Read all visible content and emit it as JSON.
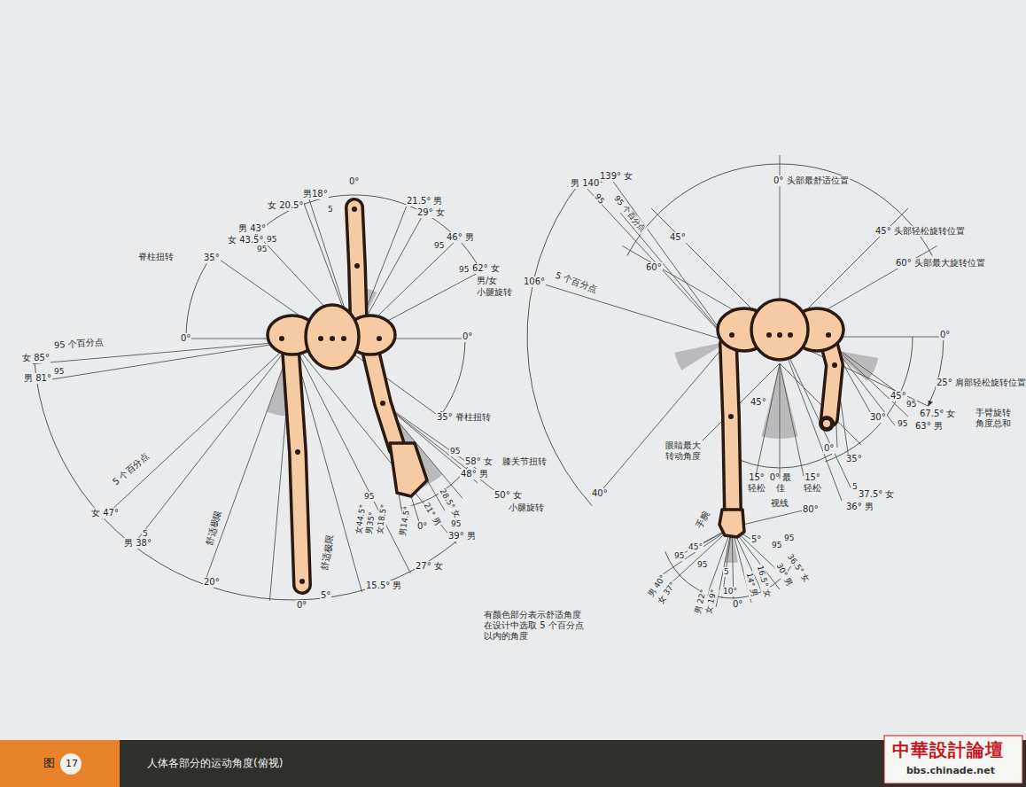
{
  "diagram": {
    "caption": "人体各部分的运动角度(俯视)",
    "labels": [
      "0°",
      "男18°",
      "女 20.5°",
      "5",
      "21.5° 男",
      "29° 女",
      "46° 男",
      "95",
      "95",
      "62° 女",
      "男/女",
      "小腿旋转",
      "男 43°",
      "女 43.5°",
      "95",
      "95",
      "脊柱扭转",
      "35°",
      "0°",
      "0°",
      "35° 脊柱扭转",
      "95 个百分点",
      "女 85°",
      "95",
      "男 81°",
      "5 个百分点",
      "女 47°",
      "5",
      "男 38°",
      "舒适极限",
      "20°",
      "舒适极限",
      "5°",
      "0°",
      "15.5° 男",
      "27° 女",
      "39° 男",
      "95",
      "女44.5°",
      "男35°",
      "女18.5°",
      "男14.5°",
      "95",
      "58° 女",
      "膝关节扭转",
      "48° 男",
      "95",
      "50° 女",
      "小腿旋转",
      "28.5° 女",
      "21° 男",
      "0°",
      "有颜色部分表示舒适角度 在设计中选取 5 个百分点 以内的角度",
      "男 140°",
      "139° 女",
      "95",
      "95 个百分点",
      "0° 头部最舒适位置",
      "45° 头部轻松旋转位置",
      "60° 头部最大旋转位置",
      "45°",
      "60°",
      "5 个百分点",
      "106°",
      "0°",
      "25° 肩部轻松旋转位置",
      "45°",
      "95",
      "67.5° 女",
      "手臂旋转 角度总和",
      "95",
      "63° 男",
      "30°",
      "0°",
      "35°",
      "45°",
      "眼睛最大 转动角度",
      "15° 轻松",
      "0° 最佳",
      "视线",
      "15° 轻松",
      "5",
      "37.5° 女",
      "36° 男",
      "40°",
      "80°",
      "手腕",
      "5°",
      "男 40°",
      "女 37°",
      "95",
      "45°",
      "95",
      "男 22°",
      "女 19°",
      "10°",
      "0°",
      "5",
      "14° 男",
      "16.5° 女",
      "30° 男",
      "36.5° 女",
      "95",
      "95",
      "图",
      "17",
      "中華設計論壇",
      "bbs.chinade.net"
    ]
  }
}
